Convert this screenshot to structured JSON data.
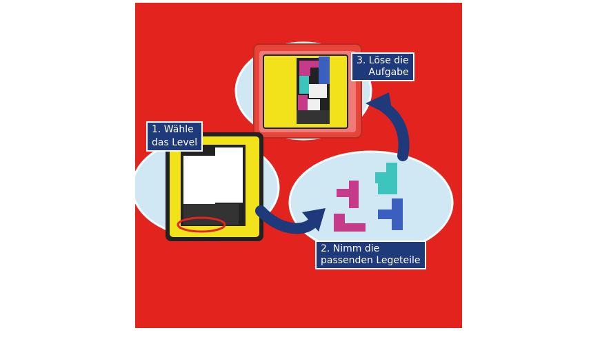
{
  "steps": [
    {
      "line1": "1. Wähle",
      "line2": "das Level"
    },
    {
      "line1": "2. Nimm die",
      "line2": "passenden Legeteile"
    },
    {
      "line1": "3. Löse die",
      "line2": "Aufgabe"
    }
  ],
  "colors": {
    "background": "#e3231d",
    "bubble": "#cfe8f4",
    "arrow": "#1f3a7a",
    "board_yellow": "#f2e21c",
    "tile_white": "#ffffff",
    "piece_magenta": "#c63a8a",
    "piece_teal": "#3cc4bd",
    "piece_blue": "#3a5fbf",
    "case_red": "#e8453a"
  }
}
